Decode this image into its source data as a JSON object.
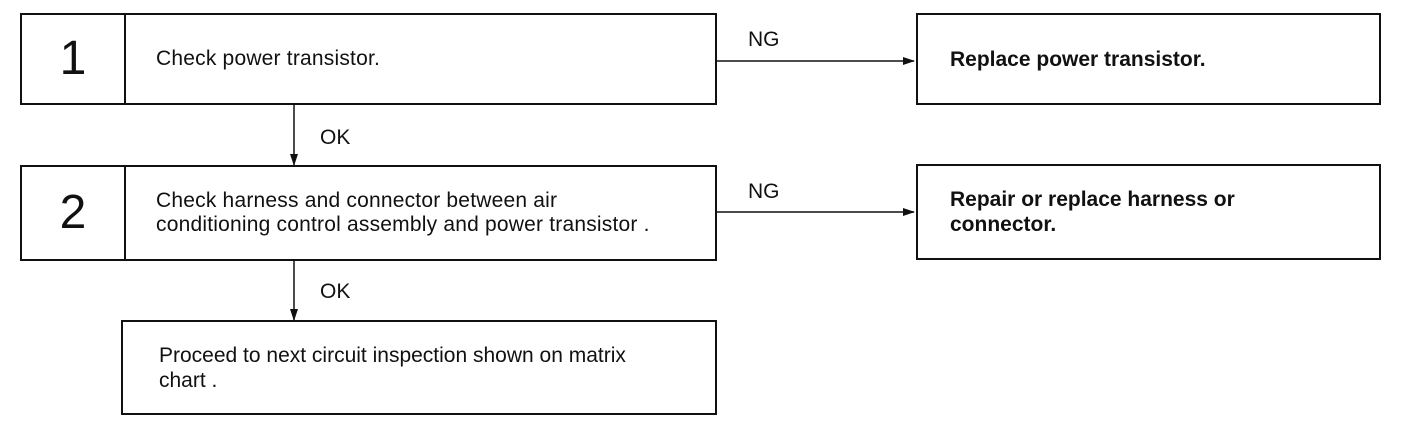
{
  "steps": [
    {
      "number": "1",
      "text": "Check power transistor.",
      "ng_label": "NG",
      "ng_result": "Replace power transistor.",
      "ok_label": "OK"
    },
    {
      "number": "2",
      "text": "Check harness and connector between air conditioning control assembly and power transistor .",
      "ng_label": "NG",
      "ng_result": "Repair or replace harness or connector.",
      "ok_label": "OK"
    }
  ],
  "final": {
    "text": "Proceed to next circuit inspection shown on matrix chart ."
  }
}
